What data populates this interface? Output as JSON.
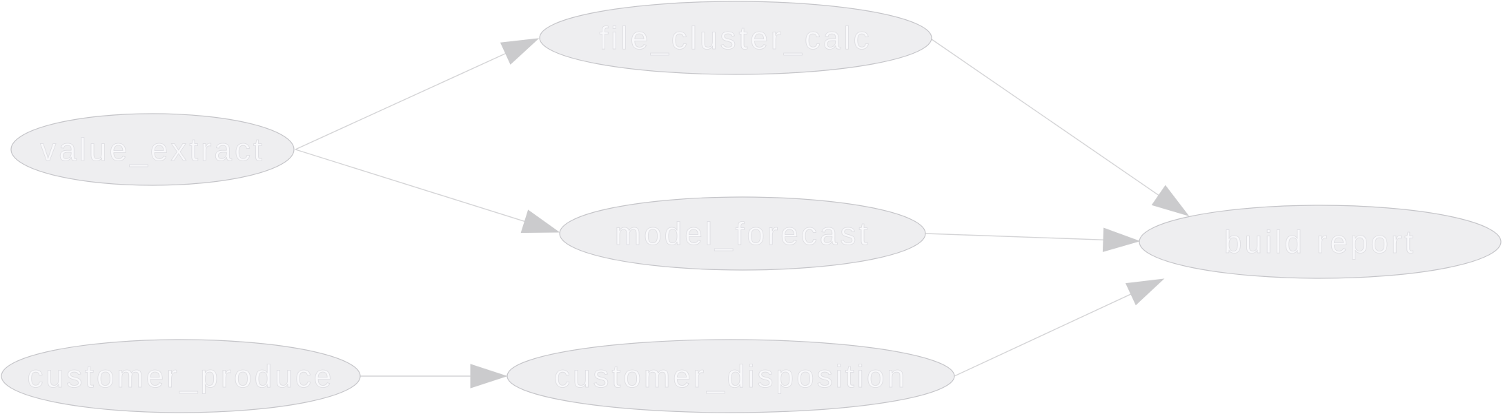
{
  "diagram": {
    "nodes": [
      {
        "id": "n1",
        "label": "value_extract"
      },
      {
        "id": "n2",
        "label": "file_cluster_calc"
      },
      {
        "id": "n3",
        "label": "model_forecast"
      },
      {
        "id": "n4",
        "label": "customer_produce"
      },
      {
        "id": "n5",
        "label": "customer_disposition"
      },
      {
        "id": "n6",
        "label": "build report"
      }
    ],
    "edges": [
      {
        "from": "n1",
        "to": "n2"
      },
      {
        "from": "n1",
        "to": "n3"
      },
      {
        "from": "n2",
        "to": "n6"
      },
      {
        "from": "n3",
        "to": "n6"
      },
      {
        "from": "n4",
        "to": "n5"
      },
      {
        "from": "n5",
        "to": "n6"
      }
    ]
  },
  "colors": {
    "node_fill": "#eeeef0",
    "node_stroke": "#c4c4c8",
    "label_fill": "#f8f8fa",
    "edge": "#d4d4d6",
    "arrow": "#cbcbcd"
  }
}
